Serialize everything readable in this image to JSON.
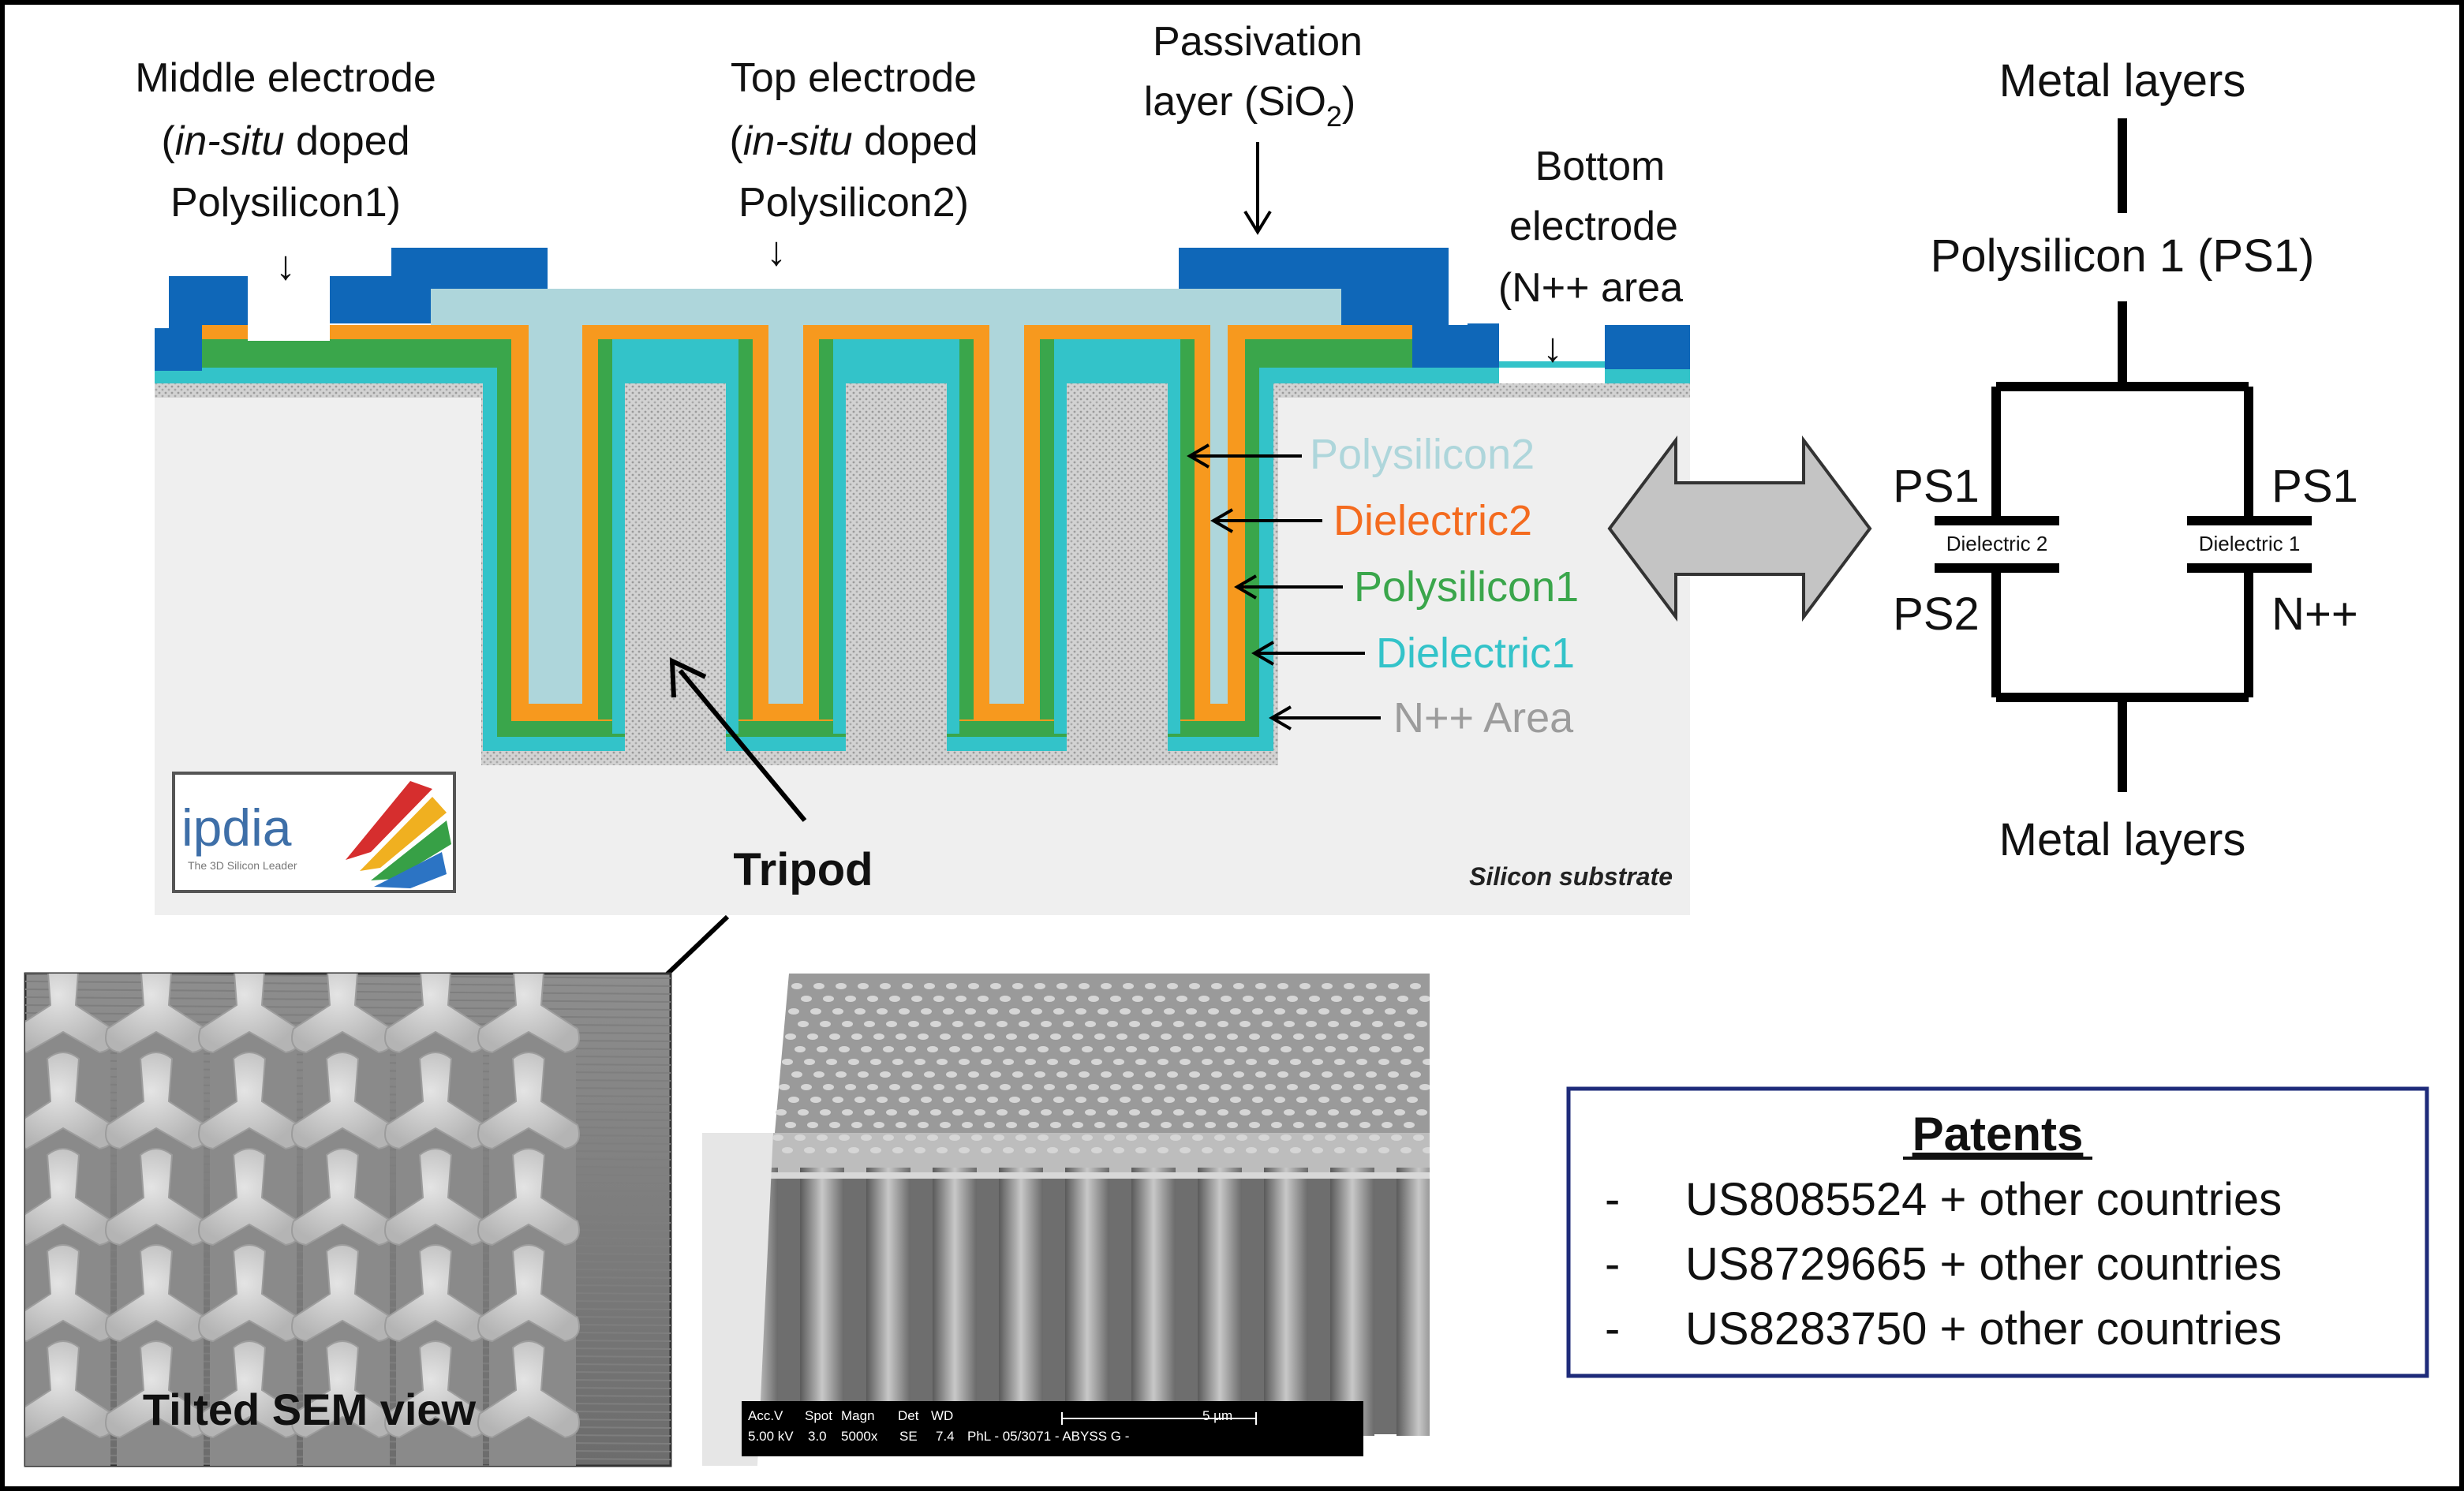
{
  "labels": {
    "middle_electrode": [
      "Middle electrode",
      "(in-situ doped",
      "Polysilicon1)"
    ],
    "top_electrode": [
      "Top electrode",
      "(in-situ doped",
      "Polysilicon2)"
    ],
    "passivation": [
      "Passivation",
      "layer (SiO",
      "2",
      ")"
    ],
    "bottom_electrode": [
      "Bottom",
      "electrode",
      "(N++ area"
    ],
    "in_situ": "in-situ",
    "doped": " doped"
  },
  "legend": {
    "items": [
      {
        "text": "Polysilicon2",
        "color": "#aed6db"
      },
      {
        "text": "Dielectric2",
        "color": "#f46b1f"
      },
      {
        "text": "Polysilicon1",
        "color": "#3aa64b"
      },
      {
        "text": "Dielectric1",
        "color": "#33c3c9"
      },
      {
        "text": "N++ Area",
        "color": "#9c9c9c"
      }
    ]
  },
  "substrate_label": "Silicon substrate",
  "tripod_label": "Tripod",
  "logo": {
    "name": "ipdia",
    "tagline": "The 3D Silicon Leader"
  },
  "circuit": {
    "top": "Metal layers",
    "ps1": "Polysilicon 1 (PS1)",
    "left_top": "PS1",
    "left_bottom": "PS2",
    "left_cap": "Dielectric 2",
    "right_top": "PS1",
    "right_bottom": "N++",
    "right_cap": "Dielectric 1",
    "bottom": "Metal layers"
  },
  "sem_left_caption": "Tilted SEM view",
  "sem_right_info": {
    "row1": [
      "Acc.V",
      "Spot",
      "Magn",
      "Det",
      "WD",
      "5 µm"
    ],
    "row2": [
      "5.00 kV",
      "3.0",
      "5000x",
      "SE",
      "7.4",
      "PhL - 05/3071 - ABYSS G -"
    ]
  },
  "patents": {
    "title": "Patents",
    "items": [
      "US8085524 + other countries",
      "US8729665 + other countries",
      "US8283750 + other countries"
    ],
    "bullet": "-"
  },
  "colors": {
    "passivation": "#0f67b8",
    "polysilicon2": "#aed6db",
    "dielectric2": "#f7991e",
    "polysilicon1": "#3aa64b",
    "dielectric1": "#33c3c9",
    "n_area": "#c9c9c9",
    "substrate": "#eeeeee",
    "patent_border": "#1e2b7a"
  }
}
